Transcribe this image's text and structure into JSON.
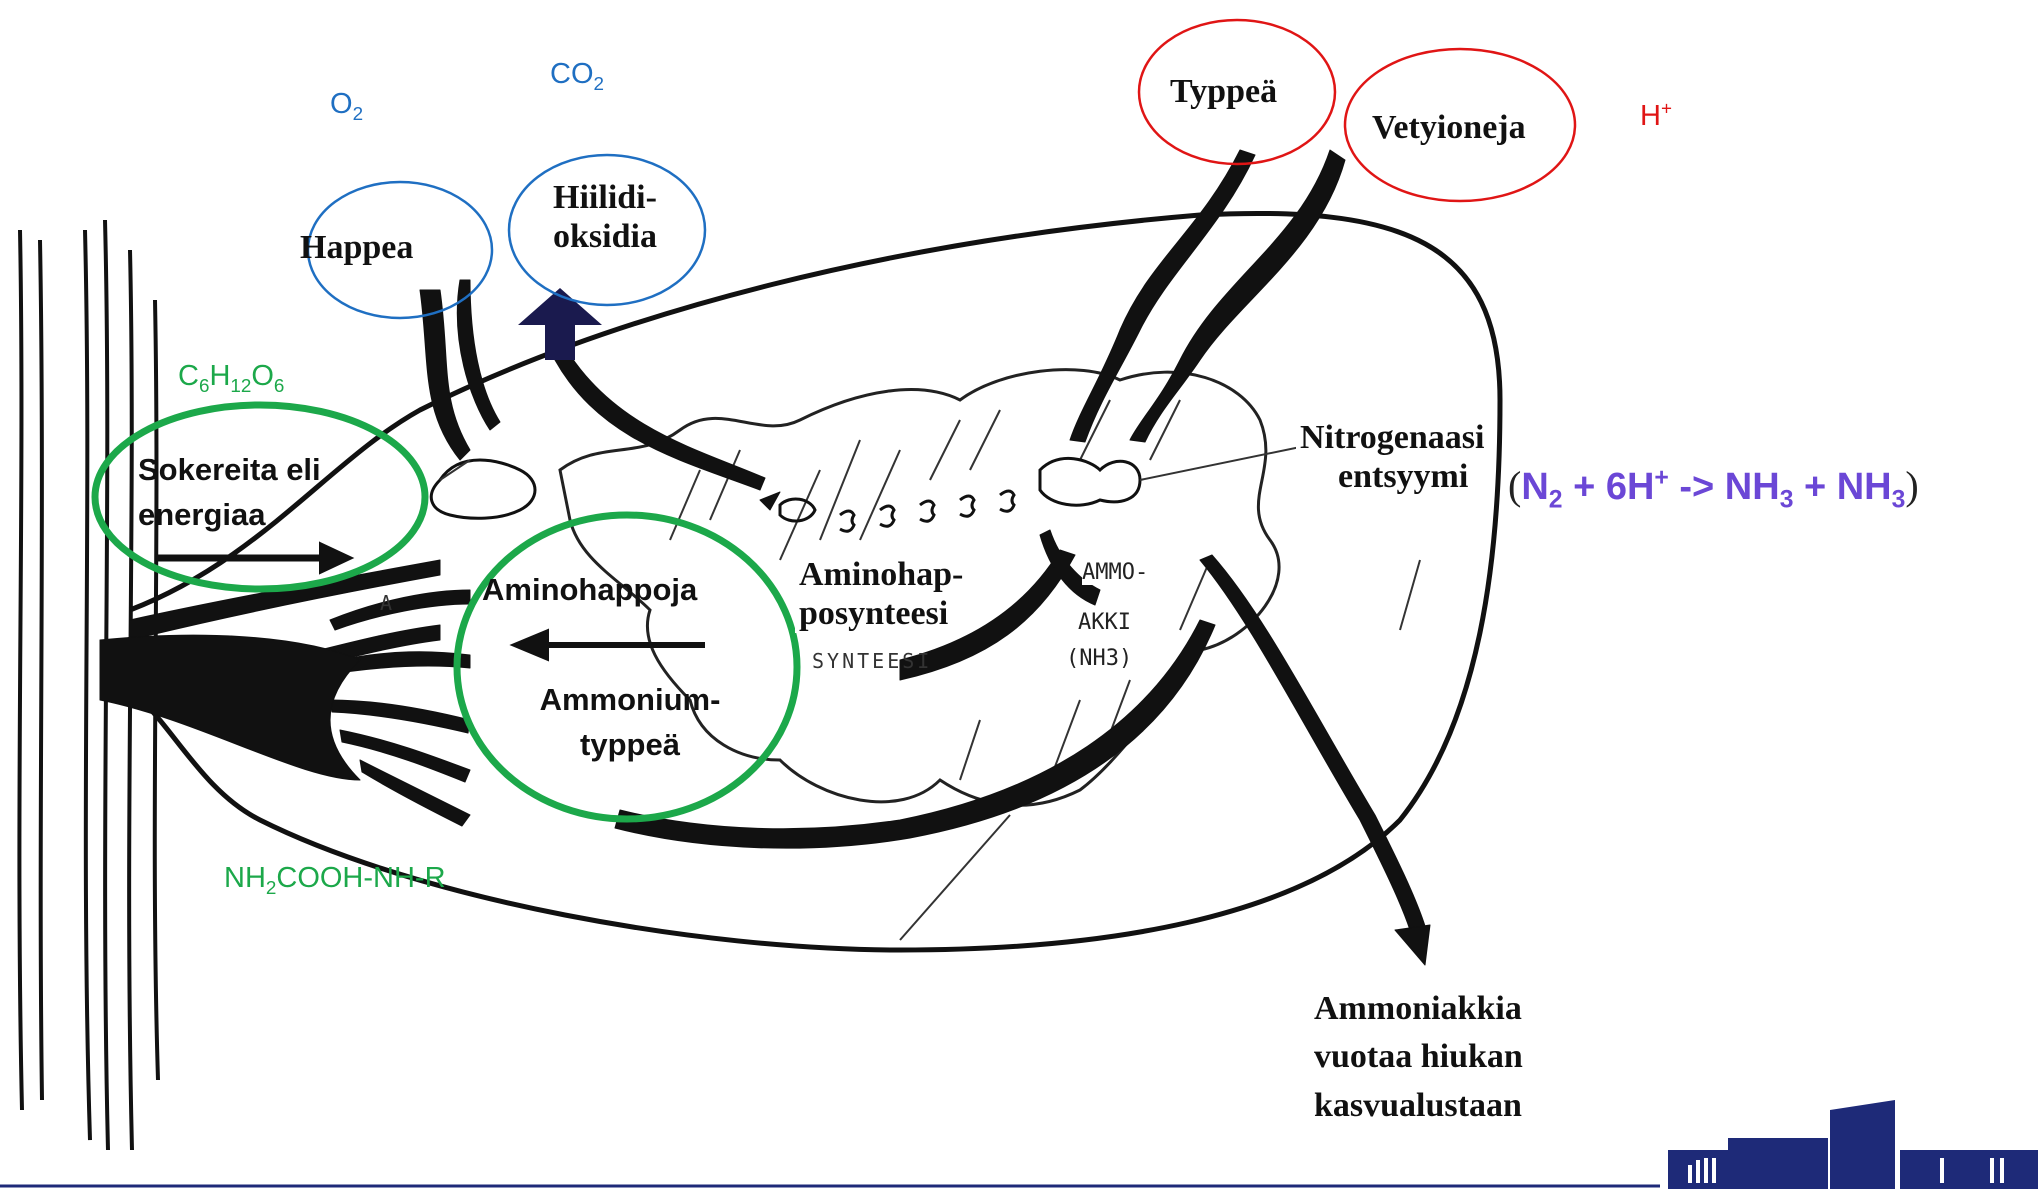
{
  "labels": {
    "happea": "Happea",
    "hiilidioksidia_1": "Hiilidi-",
    "hiilidioksidia_2": "oksidia",
    "typpea": "Typpeä",
    "vetyioneja": "Vetyioneja",
    "nitrogenaasi_1": "Nitrogenaasi",
    "nitrogenaasi_2": "entsyymi",
    "aminohap_1": "Aminohap-",
    "aminohap_2": "posynteesi",
    "ammoniakkia_1": "Ammoniakkia",
    "ammoniakkia_2": "vuotaa hiukan",
    "ammoniakkia_3": "kasvualustaan",
    "sokereita_1": "Sokereita eli",
    "sokereita_2": "energiaa",
    "aminohappoja": "Aminohappoja",
    "ammonium_1": "Ammonium-",
    "ammonium_2": "typpeä",
    "scan_synteesi": "SYNTEESI",
    "scan_ammo": "AMMO-",
    "scan_akki": "AKKI",
    "scan_nh3": "(NH3)",
    "scan_a": "A"
  },
  "formulas": {
    "o2_main": "O",
    "o2_sub": "2",
    "co2_main": "CO",
    "co2_sub": "2",
    "h_main": "H",
    "h_sup": "+",
    "c_main": "C",
    "c_sub1": "6",
    "h_main2": "H",
    "c_sub2": "12",
    "o_main": "O",
    "c_sub3": "6",
    "nh_main": "NH",
    "nh_sub": "2",
    "nh_rest": "COOH-NH-R"
  },
  "equation": {
    "open": "(",
    "n2": "N",
    "n2_sub": "2",
    "mid1": " + 6H",
    "h_sup": "+",
    "arrow": " -> NH",
    "nh3a_sub": "3",
    "plus": " + NH",
    "nh3b_sub": "3",
    "close": ")"
  },
  "colors": {
    "oxygen_co2_blue": "#1f6fc2",
    "nitrogen_h_red": "#e01515",
    "sugar_green": "#1ca84a",
    "equation_purple": "#6b47d6",
    "arrow_navy": "#1a1a4e",
    "logo_navy": "#1e2a78"
  }
}
